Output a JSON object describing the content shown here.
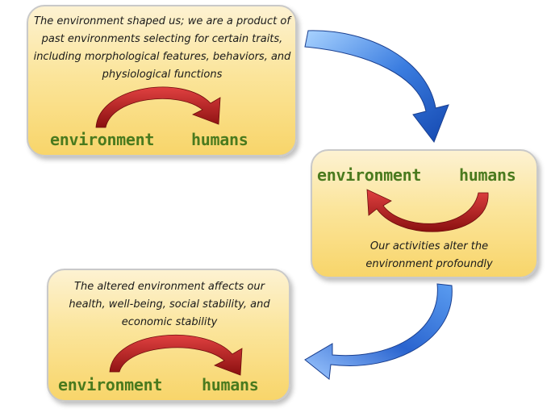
{
  "boxes": {
    "top": {
      "description": "The environment shaped us; we are a product of past environments selecting for certain traits, including morphological features, behaviors, and physiological functions",
      "from_label": "environment",
      "to_label": "humans"
    },
    "middle": {
      "description": "Our activities alter the environment profoundly",
      "from_label": "humans",
      "to_label": "environment"
    },
    "bottom": {
      "description": "The altered environment affects our health, well-being, social stability, and economic stability",
      "from_label": "environment",
      "to_label": "humans"
    }
  },
  "colors": {
    "inner_arrow": "#a11a1a",
    "cycle_arrow": "#2d6ad6",
    "label_text": "#4a7a1e",
    "box_fill": "#fbe59c"
  }
}
